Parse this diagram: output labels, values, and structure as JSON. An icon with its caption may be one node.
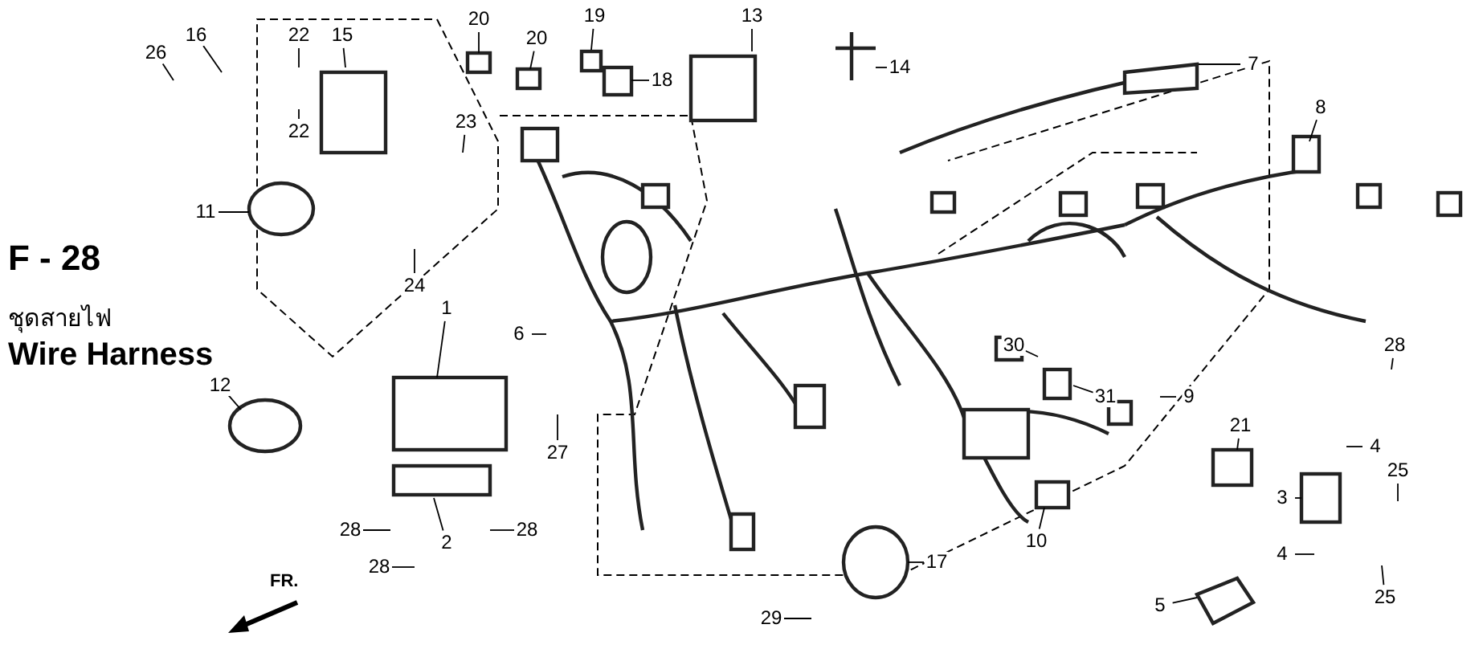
{
  "diagram": {
    "title": "F - 28",
    "nodes": [
      {
        "text": [
          "16"
        ]
      },
      {
        "text": [
          "26"
        ]
      },
      {
        "text": [
          "22"
        ]
      },
      {
        "text": [
          "15"
        ]
      },
      {
        "text": [
          "22"
        ]
      },
      {
        "text": [
          "23"
        ]
      },
      {
        "text": [
          "11"
        ]
      },
      {
        "text": [
          "24"
        ]
      },
      {
        "text": [
          "20"
        ]
      },
      {
        "text": [
          "20"
        ]
      },
      {
        "text": [
          "19"
        ]
      },
      {
        "text": [
          "18"
        ]
      },
      {
        "text": [
          "13"
        ]
      },
      {
        "text": [
          "14"
        ]
      },
      {
        "text": [
          "7"
        ]
      },
      {
        "text": [
          "8"
        ]
      },
      {
        "text": [
          "6"
        ]
      },
      {
        "text": [
          "27"
        ]
      },
      {
        "text": [
          "1"
        ]
      },
      {
        "text": [
          "12"
        ]
      },
      {
        "text": [
          "28"
        ]
      },
      {
        "text": [
          "2"
        ]
      },
      {
        "text": [
          "28"
        ]
      },
      {
        "text": [
          "28"
        ]
      },
      {
        "text": [
          "30"
        ]
      },
      {
        "text": [
          "31"
        ]
      },
      {
        "text": [
          "9"
        ]
      },
      {
        "text": [
          "21"
        ]
      },
      {
        "text": [
          "10"
        ]
      },
      {
        "text": [
          "17"
        ]
      },
      {
        "text": [
          "29"
        ]
      },
      {
        "text": [
          "4"
        ]
      },
      {
        "text": [
          "25"
        ]
      },
      {
        "text": [
          "3"
        ]
      },
      {
        "text": [
          "4"
        ]
      },
      {
        "text": [
          "5"
        ]
      },
      {
        "text": [
          "25"
        ]
      },
      {
        "text": [
          "28"
        ]
      }
    ],
    "edges": [
      {
        "from": 0,
        "to": null,
        "arrow": "none"
      },
      {
        "from": 1,
        "to": null,
        "arrow": "none"
      },
      {
        "from": 2,
        "to": null,
        "arrow": "none"
      },
      {
        "from": 3,
        "to": null,
        "arrow": "none"
      },
      {
        "from": 4,
        "to": null,
        "arrow": "none"
      },
      {
        "from": 5,
        "to": null,
        "arrow": "none"
      },
      {
        "from": 6,
        "to": null,
        "arrow": "none"
      },
      {
        "from": 7,
        "to": null,
        "arrow": "none"
      },
      {
        "from": 8,
        "to": null,
        "arrow": "none"
      },
      {
        "from": 9,
        "to": null,
        "arrow": "none"
      },
      {
        "from": 10,
        "to": null,
        "arrow": "none"
      },
      {
        "from": 11,
        "to": null,
        "arrow": "none"
      },
      {
        "from": 12,
        "to": null,
        "arrow": "none"
      },
      {
        "from": 13,
        "to": null,
        "arrow": "none"
      },
      {
        "from": 14,
        "to": null,
        "arrow": "none"
      },
      {
        "from": 15,
        "to": null,
        "arrow": "none"
      },
      {
        "from": 16,
        "to": null,
        "arrow": "none"
      },
      {
        "from": 17,
        "to": null,
        "arrow": "none"
      },
      {
        "from": 18,
        "to": null,
        "arrow": "none"
      },
      {
        "from": 19,
        "to": null,
        "arrow": "none"
      },
      {
        "from": 20,
        "to": null,
        "arrow": "none"
      },
      {
        "from": 21,
        "to": null,
        "arrow": "none"
      },
      {
        "from": 22,
        "to": null,
        "arrow": "none"
      },
      {
        "from": 23,
        "to": null,
        "arrow": "none"
      },
      {
        "from": 24,
        "to": null,
        "arrow": "none"
      },
      {
        "from": 25,
        "to": null,
        "arrow": "none"
      },
      {
        "from": 26,
        "to": null,
        "arrow": "none"
      },
      {
        "from": 27,
        "to": null,
        "arrow": "none"
      },
      {
        "from": 28,
        "to": null,
        "arrow": "none"
      },
      {
        "from": 29,
        "to": null,
        "arrow": "none"
      },
      {
        "from": 30,
        "to": null,
        "arrow": "none"
      },
      {
        "from": 31,
        "to": null,
        "arrow": "none"
      },
      {
        "from": 32,
        "to": null,
        "arrow": "none"
      },
      {
        "from": 33,
        "to": null,
        "arrow": "none"
      },
      {
        "from": 34,
        "to": null,
        "arrow": "none"
      },
      {
        "from": 35,
        "to": null,
        "arrow": "none"
      },
      {
        "from": 36,
        "to": null,
        "arrow": "none"
      },
      {
        "from": 37,
        "to": null,
        "arrow": "none"
      }
    ],
    "labels": [
      "ชุดสายไฟ",
      "Wire Harness",
      "FR."
    ]
  }
}
